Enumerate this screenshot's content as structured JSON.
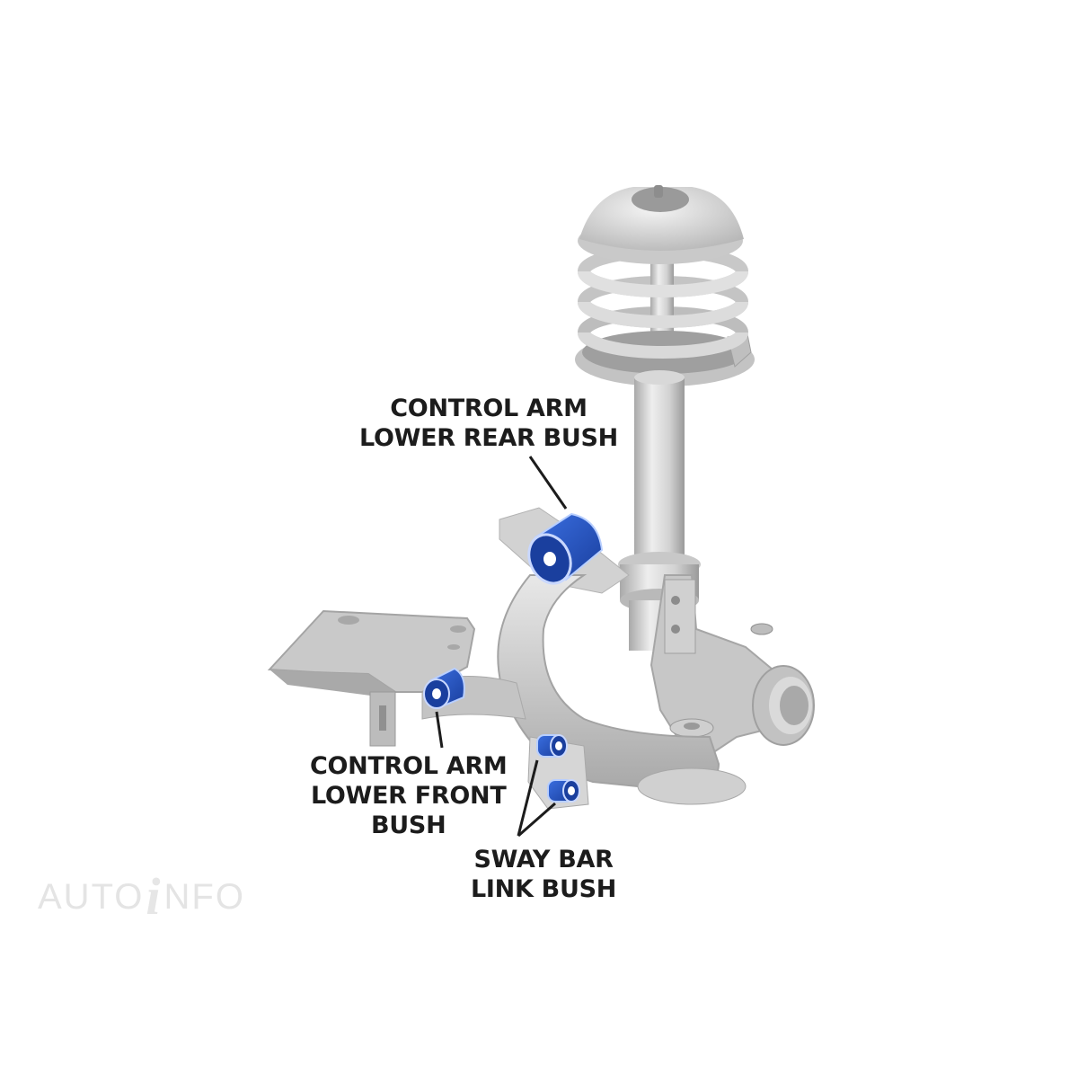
{
  "diagram": {
    "subject": "Front strut suspension assembly with highlighted polyurethane bushes",
    "colors": {
      "metal": "#cfcfcf",
      "metal_light": "#ececec",
      "metal_dark": "#9d9d9d",
      "bush_blue": "#2456c8",
      "bush_dark": "#12308a",
      "label_text": "#1c1c1c",
      "watermark": "#e4e4e4"
    },
    "callouts": [
      {
        "id": "control-arm-lower-rear-bush",
        "lines": [
          "CONTROL ARM",
          "LOWER REAR BUSH"
        ]
      },
      {
        "id": "control-arm-lower-front-bush",
        "lines": [
          "CONTROL ARM",
          "LOWER FRONT",
          "BUSH"
        ]
      },
      {
        "id": "sway-bar-link-bush",
        "lines": [
          "SWAY BAR",
          "LINK BUSH"
        ]
      }
    ],
    "components": [
      "coil-spring",
      "strut",
      "steering-knuckle",
      "hub",
      "lower-control-arm",
      "subframe-bracket"
    ]
  },
  "watermark": {
    "left": "AUTO",
    "mark": "i",
    "right": "NFO"
  }
}
